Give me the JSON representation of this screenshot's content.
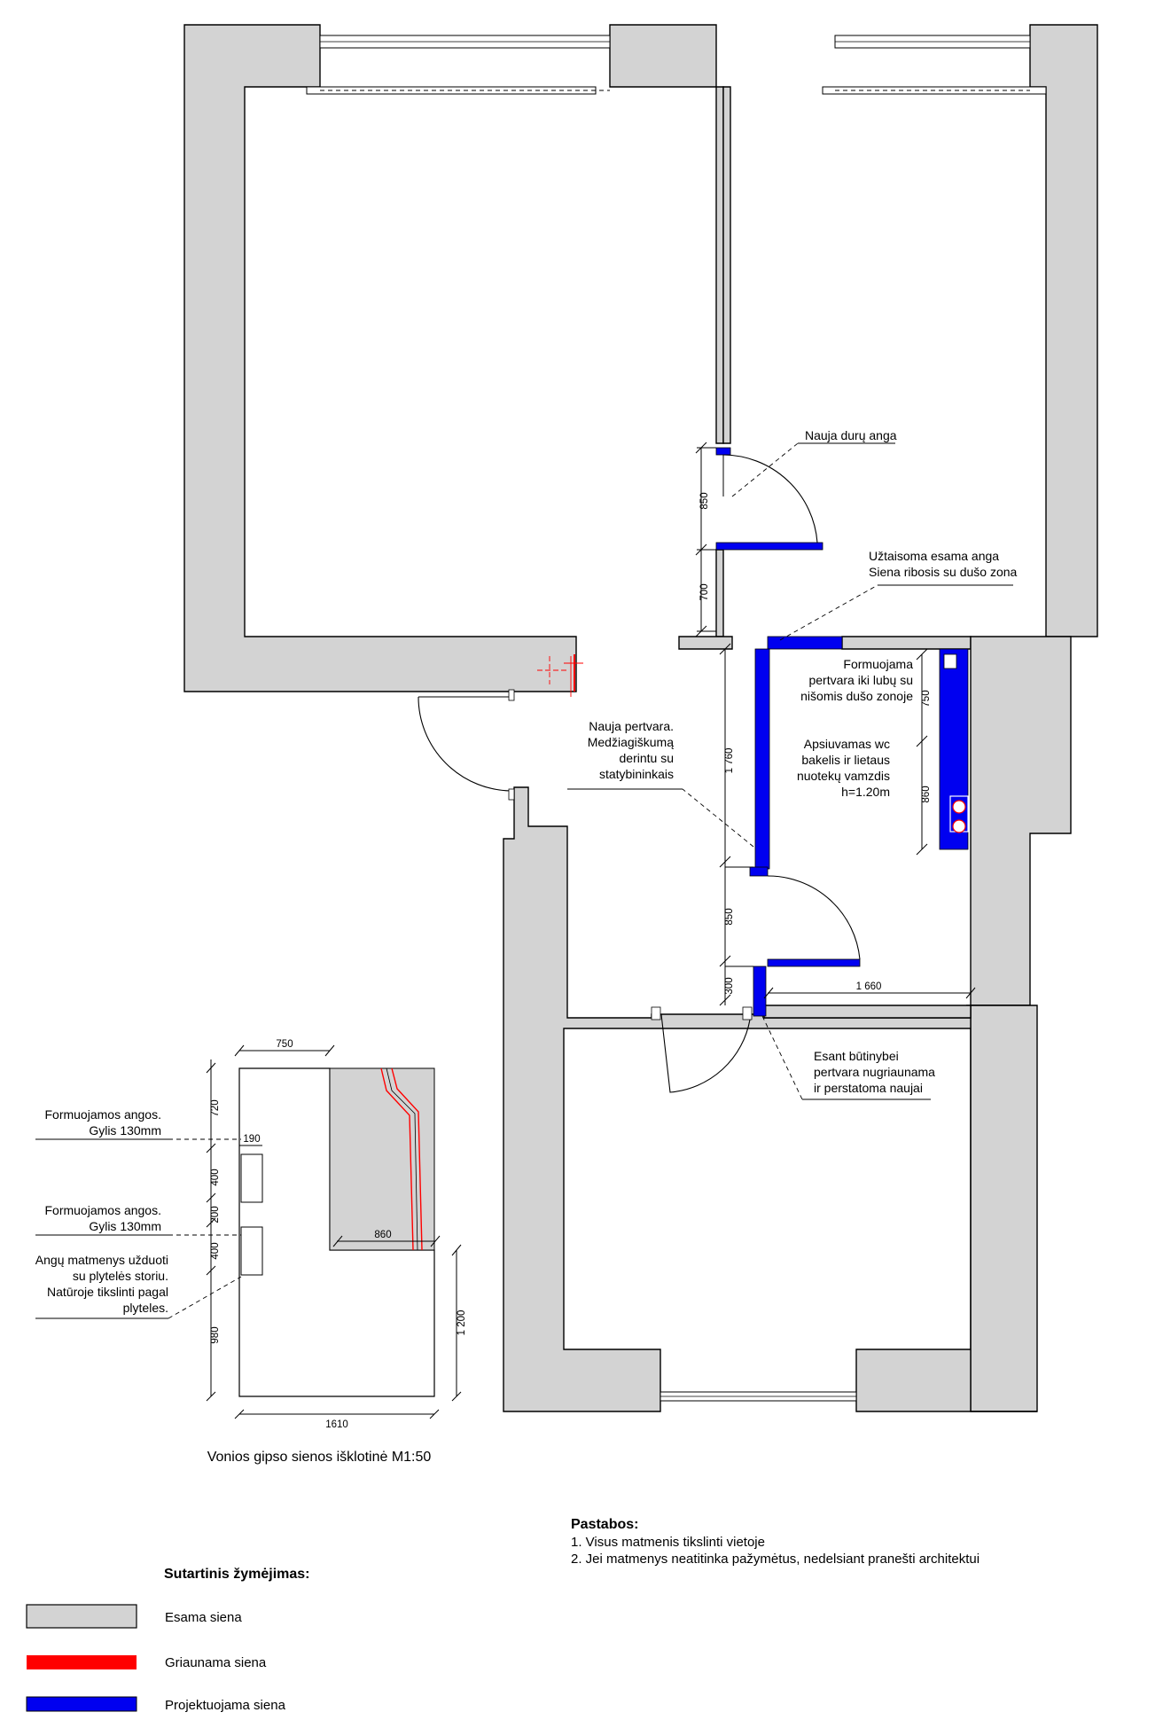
{
  "annotations": {
    "new_door": "Nauja durų anga",
    "closed_opening": [
      "Užtaisoma esama anga",
      "Siena ribosis su dušo zona"
    ],
    "partition_to_ceiling": [
      "Formuojama",
      "pertvara iki lubų su",
      "nišomis dušo zonoje"
    ],
    "wc_box": [
      "Apsiuvamas wc",
      "bakelis ir lietaus",
      "nuotekų vamzdis",
      "h=1.20m"
    ],
    "new_partition": [
      "Nauja pertvara.",
      "Medžiagiškumą",
      "derintu su",
      "statybininkais"
    ],
    "rebuild_partition": [
      "Esant būtinybei",
      "pertvara nugriaunama",
      "ir perstatoma naujai"
    ],
    "openings_1": [
      "Formuojamos angos.",
      "Gylis 130mm"
    ],
    "openings_2": [
      "Formuojamos angos.",
      "Gylis 130mm"
    ],
    "tile_note": [
      "Angų matmenys užduoti",
      "su plytelės storiu.",
      "Natūroje tikslinti pagal",
      "plyteles."
    ]
  },
  "dimensions": {
    "door_850_top": "850",
    "d700": "700",
    "d1760": "1 760",
    "door_850_mid": "850",
    "d300": "300",
    "d1660": "1 660",
    "d750_right": "750",
    "d860_right": "860",
    "elev_750": "750",
    "elev_190": "190",
    "elev_720": "720",
    "elev_400a": "400",
    "elev_200": "200",
    "elev_400b": "400",
    "elev_980": "980",
    "elev_860": "860",
    "elev_1200": "1 200",
    "elev_1610": "1610"
  },
  "elevation_caption": "Vonios gipso sienos išklotinė M1:50",
  "notes": {
    "title": "Pastabos:",
    "items": [
      "1. Visus matmenis tikslinti vietoje",
      "2. Jei matmenys neatitinka pažymėtus, nedelsiant pranešti architektui"
    ]
  },
  "legend": {
    "title": "Sutartinis žymėjimas:",
    "items": [
      {
        "label": "Esama siena",
        "color": "#d3d3d3"
      },
      {
        "label": "Griaunama siena",
        "color": "#ff0000"
      },
      {
        "label": "Projektuojama siena",
        "color": "#0000f0"
      }
    ]
  }
}
